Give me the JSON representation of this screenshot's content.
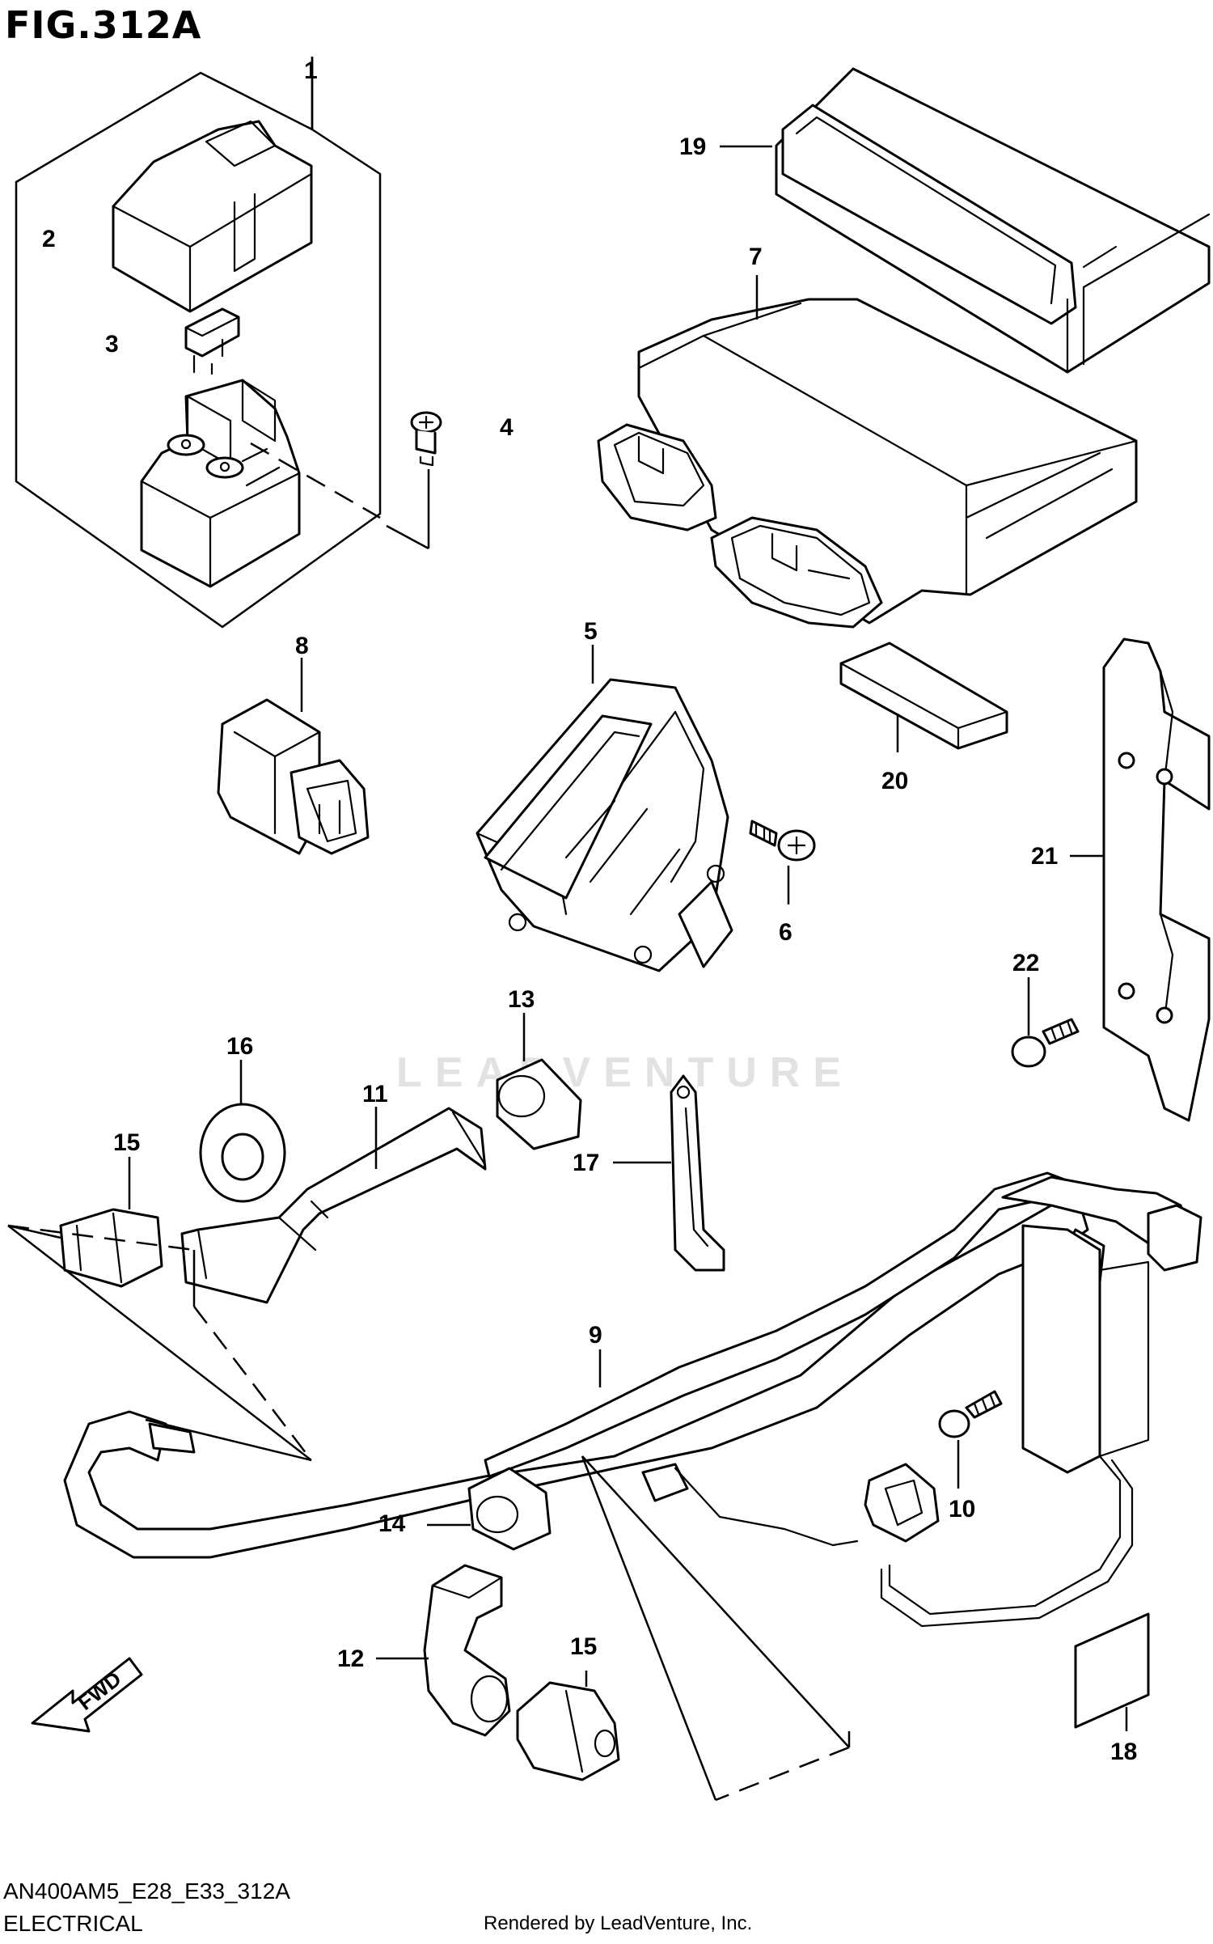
{
  "figure": {
    "title": "FIG.312A",
    "model_code": "AN400AM5_E28_E33_312A",
    "section": "ELECTRICAL",
    "credit": "Rendered by LeadVenture, Inc.",
    "watermark": "LEADVENTURE",
    "fwd_label": "FWD"
  },
  "callouts": [
    {
      "id": "1",
      "text": "1"
    },
    {
      "id": "2",
      "text": "2"
    },
    {
      "id": "3",
      "text": "3"
    },
    {
      "id": "4",
      "text": "4"
    },
    {
      "id": "5",
      "text": "5"
    },
    {
      "id": "6",
      "text": "6"
    },
    {
      "id": "7",
      "text": "7"
    },
    {
      "id": "8",
      "text": "8"
    },
    {
      "id": "9",
      "text": "9"
    },
    {
      "id": "10",
      "text": "10"
    },
    {
      "id": "11",
      "text": "11"
    },
    {
      "id": "12",
      "text": "12"
    },
    {
      "id": "13",
      "text": "13"
    },
    {
      "id": "14",
      "text": "14"
    },
    {
      "id": "15a",
      "text": "15"
    },
    {
      "id": "15b",
      "text": "15"
    },
    {
      "id": "16",
      "text": "16"
    },
    {
      "id": "17",
      "text": "17"
    },
    {
      "id": "18",
      "text": "18"
    },
    {
      "id": "19",
      "text": "19"
    },
    {
      "id": "20",
      "text": "20"
    },
    {
      "id": "21",
      "text": "21"
    },
    {
      "id": "22",
      "text": "22"
    }
  ]
}
